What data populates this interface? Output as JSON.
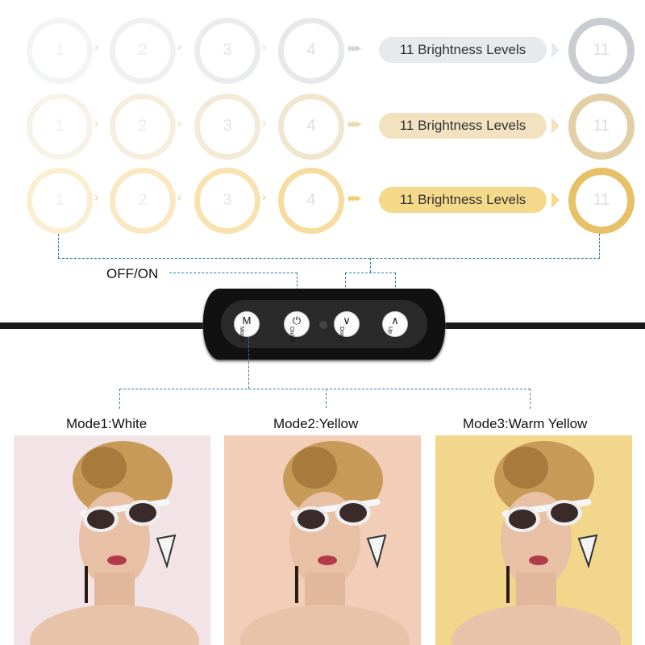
{
  "rows": [
    {
      "mode": "white",
      "ring_labels": [
        "1",
        "2",
        "3",
        "4"
      ],
      "end_label": "11",
      "pill_text": "11 Brightness Levels",
      "colors": {
        "ring": "#e6e8ea",
        "ring_end": "#c9ccd0",
        "pill": "#e6eaec",
        "chev": "#d0d6da"
      }
    },
    {
      "mode": "yellow",
      "ring_labels": [
        "1",
        "2",
        "3",
        "4"
      ],
      "end_label": "11",
      "pill_text": "11 Brightness Levels",
      "colors": {
        "ring": "#f1e6cf",
        "ring_end": "#e2cfa6",
        "pill": "#f2e2bf",
        "chev": "#ead7aa"
      }
    },
    {
      "mode": "warm",
      "ring_labels": [
        "1",
        "2",
        "3",
        "4"
      ],
      "end_label": "11",
      "pill_text": "11 Brightness Levels",
      "colors": {
        "ring": "#f6dc9e",
        "ring_end": "#e7c168",
        "pill": "#f5d98a",
        "chev": "#f0cd72"
      }
    }
  ],
  "controller": {
    "off_on_label": "OFF/ON",
    "buttons": [
      {
        "name": "mode",
        "glyph": "M",
        "text": "Model"
      },
      {
        "name": "onoff",
        "glyph": "⏻",
        "text": "On/off"
      },
      {
        "name": "down",
        "glyph": "∨",
        "text": "Down"
      },
      {
        "name": "up",
        "glyph": "∧",
        "text": "Up"
      }
    ]
  },
  "modes": [
    {
      "label": "Mode1:White",
      "tint": "#f2e3e6"
    },
    {
      "label": "Mode2:Yellow",
      "tint": "#f2cdb8"
    },
    {
      "label": "Mode3:Warm Yellow",
      "tint": "#f2d68c"
    }
  ],
  "colors": {
    "dash_line": "#2e7aa6",
    "controller_body": "#111111",
    "cable": "#1a1a1a"
  }
}
